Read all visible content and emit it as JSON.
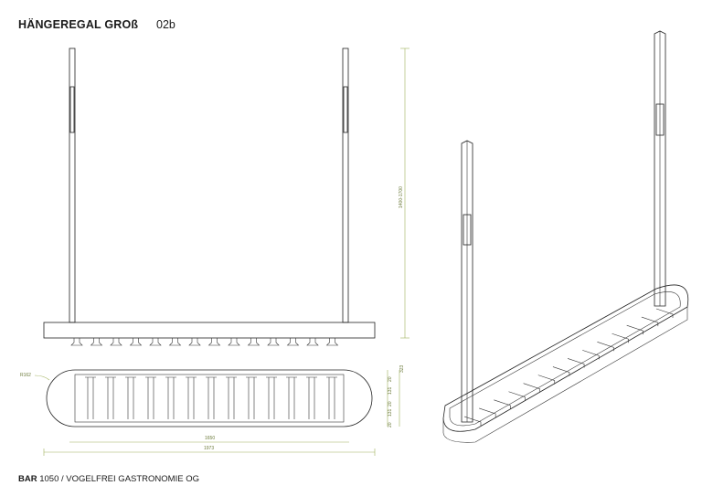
{
  "header": {
    "title": "HÄNGEREGAL GROß",
    "code": "02b"
  },
  "footer": {
    "bold": "BAR",
    "rest": " 1050 / VOGELFREI GASTRONOMIE OG"
  },
  "dimensions": {
    "height": "1400-1700",
    "radius": "R162",
    "inner_length": "1650",
    "total_length": "1973",
    "side": [
      "20",
      "131",
      "20",
      "131",
      "20",
      "323"
    ]
  }
}
